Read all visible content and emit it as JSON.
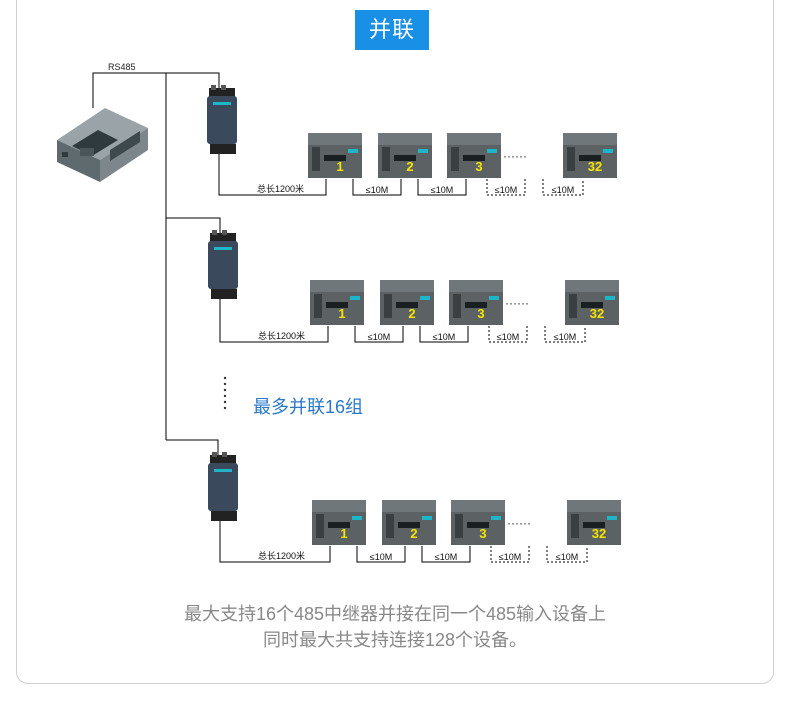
{
  "title": "并联",
  "bus_label": "RS485",
  "total_length": "总长1200米",
  "segment_length": "≤10M",
  "ellipsis": "······",
  "max_groups_note": "最多并联16组",
  "device_numbers": [
    "1",
    "2",
    "3",
    "32"
  ],
  "footer": {
    "line1": "最大支持16个485中继器并接在同一个485输入设备上",
    "line2": "同时最大共支持连接128个设备。"
  },
  "colors": {
    "accent": "#1a8fe6",
    "note": "#2a78c8",
    "number": "#f5e400",
    "footer": "#888888"
  }
}
